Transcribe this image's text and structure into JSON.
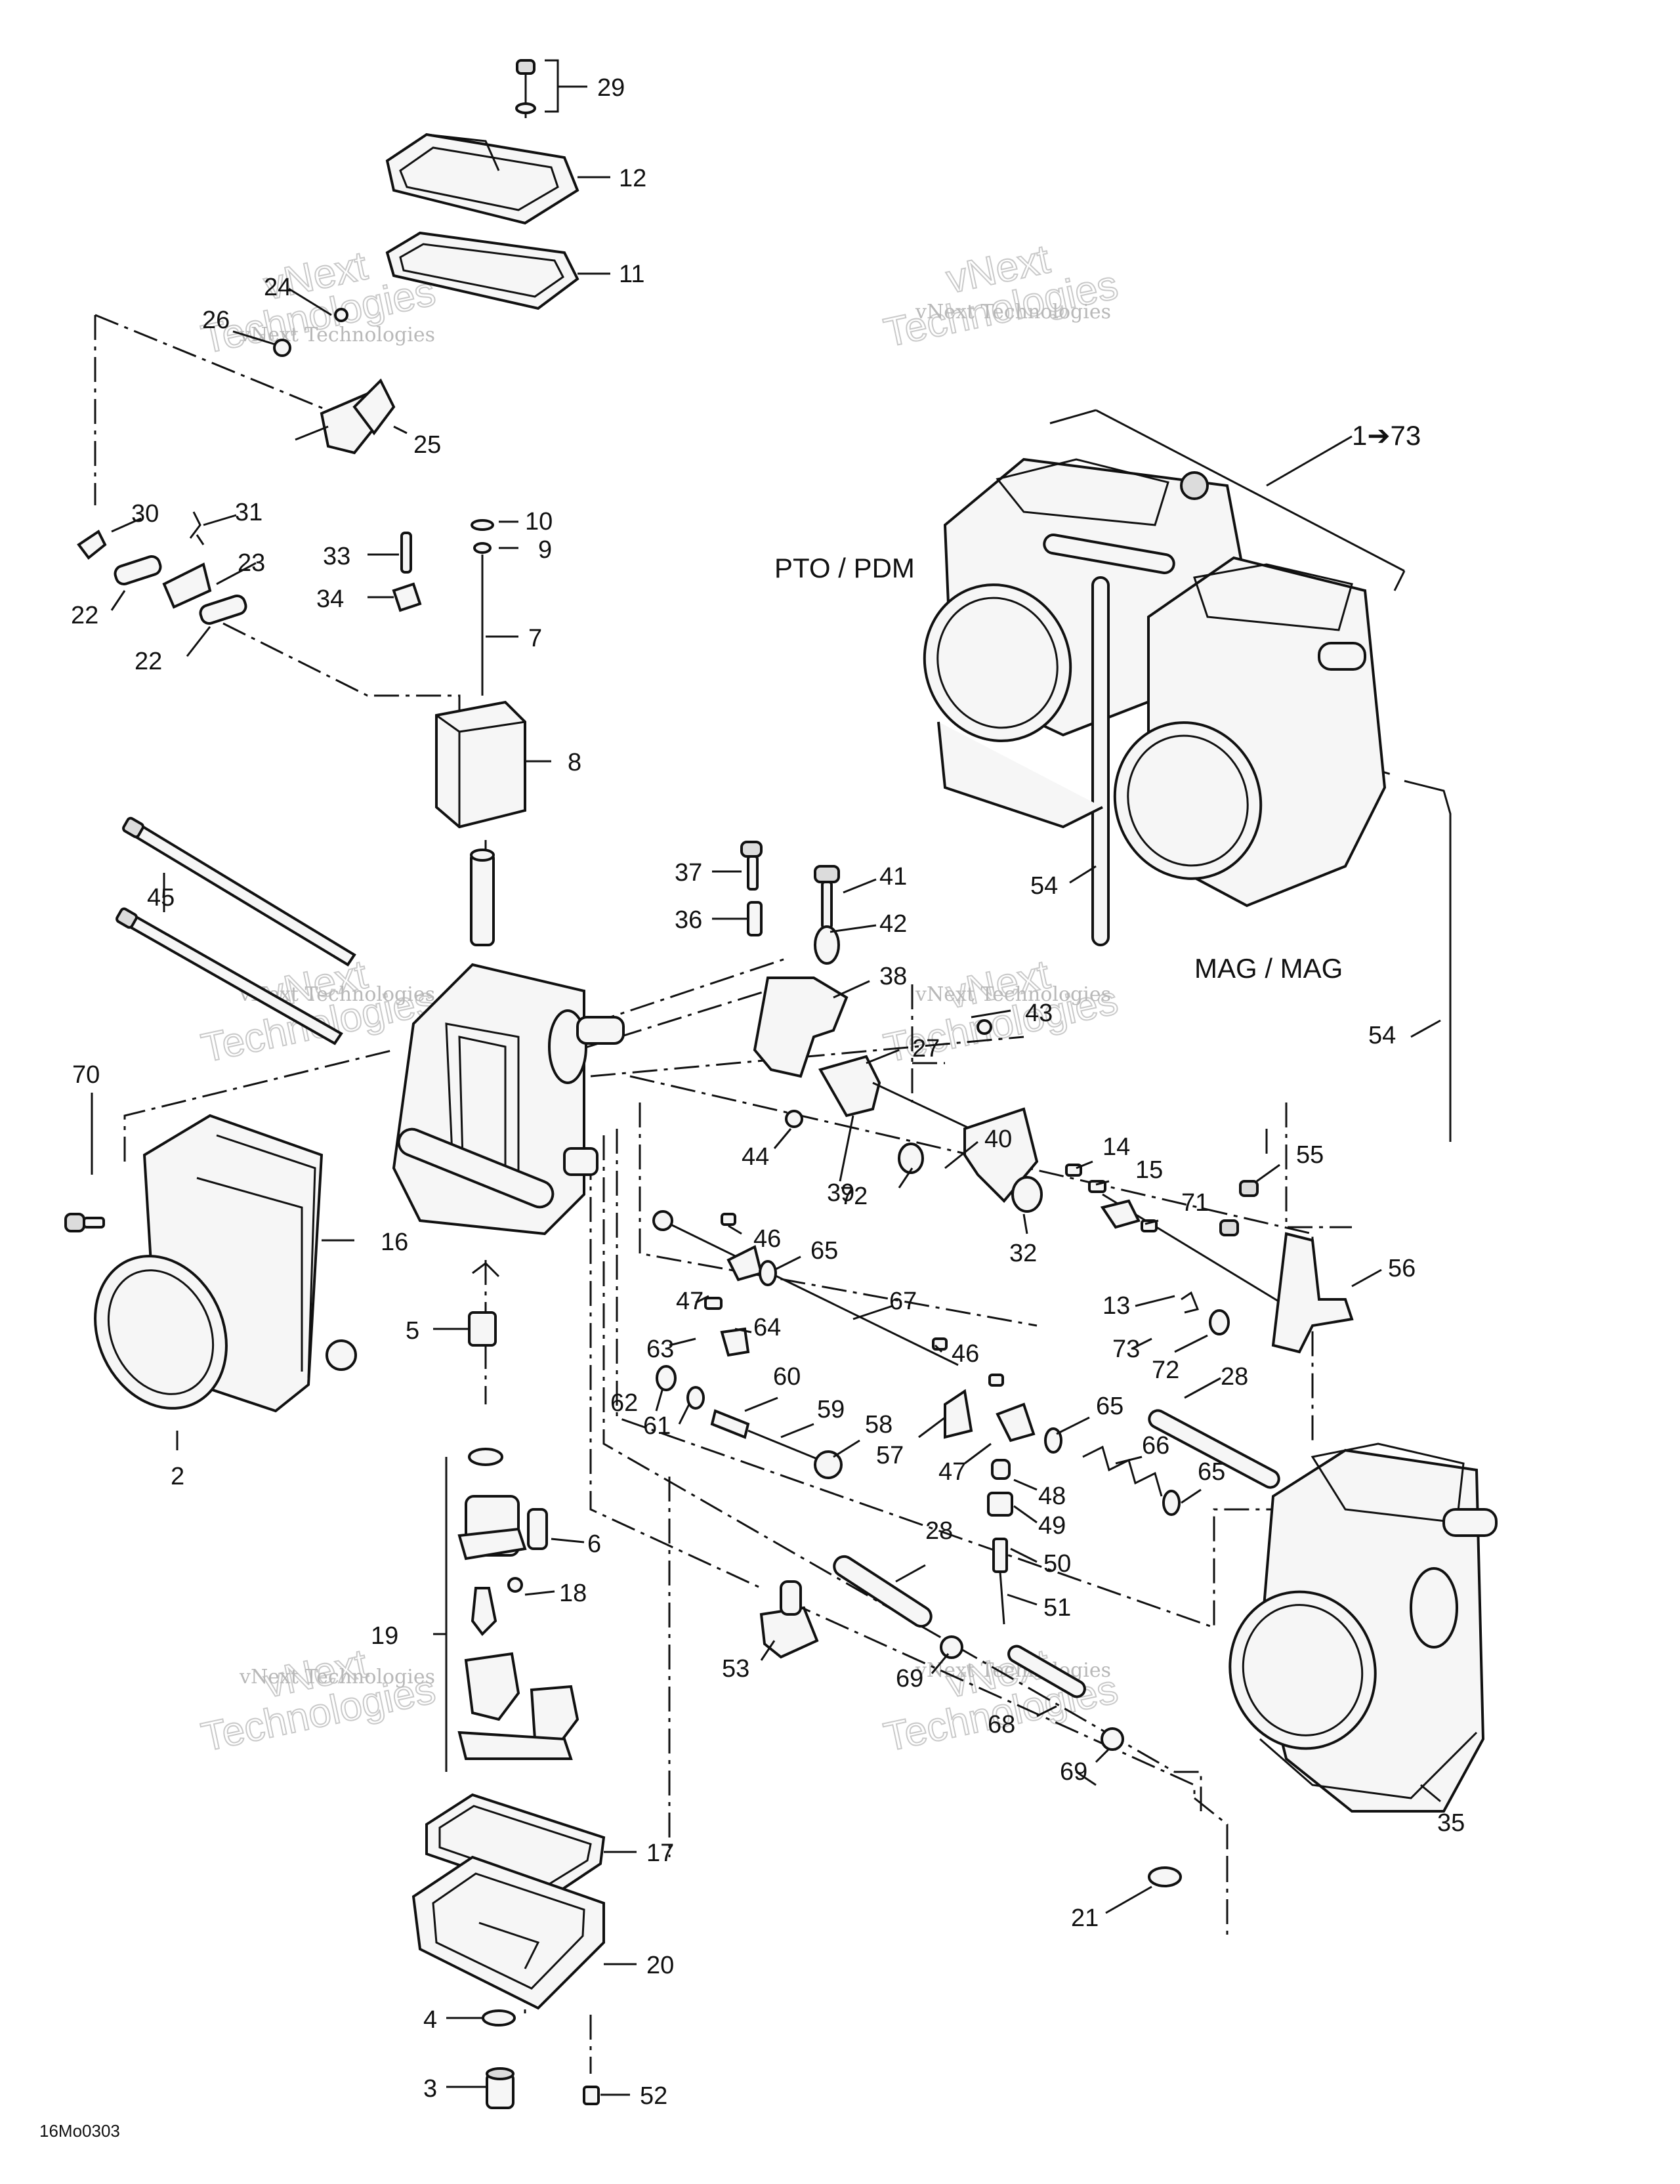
{
  "diagram": {
    "code": "16Mo0303",
    "group_labels": {
      "assembly": "1➔73",
      "pto": "PTO / PDM",
      "mag": "MAG / MAG"
    },
    "watermark": {
      "line1": "vNext Technologies",
      "line2": "Technologies",
      "line3": "vNext"
    },
    "callouts": [
      {
        "id": "c29",
        "text": "29"
      },
      {
        "id": "c12",
        "text": "12"
      },
      {
        "id": "c11",
        "text": "11"
      },
      {
        "id": "c24",
        "text": "24"
      },
      {
        "id": "c26",
        "text": "26"
      },
      {
        "id": "c25",
        "text": "25"
      },
      {
        "id": "c30",
        "text": "30"
      },
      {
        "id": "c31",
        "text": "31"
      },
      {
        "id": "c23",
        "text": "23"
      },
      {
        "id": "c22a",
        "text": "22"
      },
      {
        "id": "c22b",
        "text": "22"
      },
      {
        "id": "c33",
        "text": "33"
      },
      {
        "id": "c34",
        "text": "34"
      },
      {
        "id": "c10",
        "text": "10"
      },
      {
        "id": "c9",
        "text": "9"
      },
      {
        "id": "c7",
        "text": "7"
      },
      {
        "id": "c8",
        "text": "8"
      },
      {
        "id": "c45",
        "text": "45"
      },
      {
        "id": "c70",
        "text": "70"
      },
      {
        "id": "c16",
        "text": "16"
      },
      {
        "id": "c2",
        "text": "2"
      },
      {
        "id": "c5",
        "text": "5"
      },
      {
        "id": "c37",
        "text": "37"
      },
      {
        "id": "c36",
        "text": "36"
      },
      {
        "id": "c41",
        "text": "41"
      },
      {
        "id": "c42",
        "text": "42"
      },
      {
        "id": "c38",
        "text": "38"
      },
      {
        "id": "c43",
        "text": "43"
      },
      {
        "id": "c27",
        "text": "27"
      },
      {
        "id": "c40",
        "text": "40"
      },
      {
        "id": "c44",
        "text": "44"
      },
      {
        "id": "c39",
        "text": "39"
      },
      {
        "id": "c72a",
        "text": "72"
      },
      {
        "id": "c14",
        "text": "14"
      },
      {
        "id": "c15",
        "text": "15"
      },
      {
        "id": "c71",
        "text": "71"
      },
      {
        "id": "c55",
        "text": "55"
      },
      {
        "id": "c32",
        "text": "32"
      },
      {
        "id": "c56",
        "text": "56"
      },
      {
        "id": "c46a",
        "text": "46"
      },
      {
        "id": "c65a",
        "text": "65"
      },
      {
        "id": "c47a",
        "text": "47"
      },
      {
        "id": "c67",
        "text": "67"
      },
      {
        "id": "c64",
        "text": "64"
      },
      {
        "id": "c63",
        "text": "63"
      },
      {
        "id": "c13",
        "text": "13"
      },
      {
        "id": "c73",
        "text": "73"
      },
      {
        "id": "c72b",
        "text": "72"
      },
      {
        "id": "c28a",
        "text": "28"
      },
      {
        "id": "c46b",
        "text": "46"
      },
      {
        "id": "c60",
        "text": "60"
      },
      {
        "id": "c62",
        "text": "62"
      },
      {
        "id": "c61",
        "text": "61"
      },
      {
        "id": "c59",
        "text": "59"
      },
      {
        "id": "c58",
        "text": "58"
      },
      {
        "id": "c57",
        "text": "57"
      },
      {
        "id": "c47b",
        "text": "47"
      },
      {
        "id": "c65b",
        "text": "65"
      },
      {
        "id": "c66",
        "text": "66"
      },
      {
        "id": "c65c",
        "text": "65"
      },
      {
        "id": "c48",
        "text": "48"
      },
      {
        "id": "c49",
        "text": "49"
      },
      {
        "id": "c6",
        "text": "6"
      },
      {
        "id": "c28b",
        "text": "28"
      },
      {
        "id": "c50",
        "text": "50"
      },
      {
        "id": "c18",
        "text": "18"
      },
      {
        "id": "c51",
        "text": "51"
      },
      {
        "id": "c19",
        "text": "19"
      },
      {
        "id": "c53",
        "text": "53"
      },
      {
        "id": "c69a",
        "text": "69"
      },
      {
        "id": "c68",
        "text": "68"
      },
      {
        "id": "c69b",
        "text": "69"
      },
      {
        "id": "c35",
        "text": "35"
      },
      {
        "id": "c17",
        "text": "17"
      },
      {
        "id": "c21",
        "text": "21"
      },
      {
        "id": "c20",
        "text": "20"
      },
      {
        "id": "c4",
        "text": "4"
      },
      {
        "id": "c3",
        "text": "3"
      },
      {
        "id": "c52",
        "text": "52"
      },
      {
        "id": "c54a",
        "text": "54"
      },
      {
        "id": "c54b",
        "text": "54"
      }
    ]
  }
}
